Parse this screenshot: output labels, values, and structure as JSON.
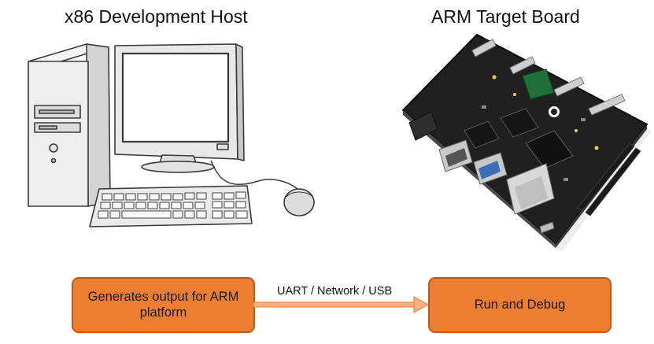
{
  "titles": {
    "host": "x86 Development Host",
    "board": "ARM Target Board"
  },
  "boxes": {
    "generate": "Generates output for ARM platform",
    "run": "Run and Debug"
  },
  "connector": {
    "label": "UART / Network / USB"
  },
  "colors": {
    "box_fill": "#ed7d31",
    "box_border": "#c05a17",
    "arrow": "#f4b183"
  }
}
